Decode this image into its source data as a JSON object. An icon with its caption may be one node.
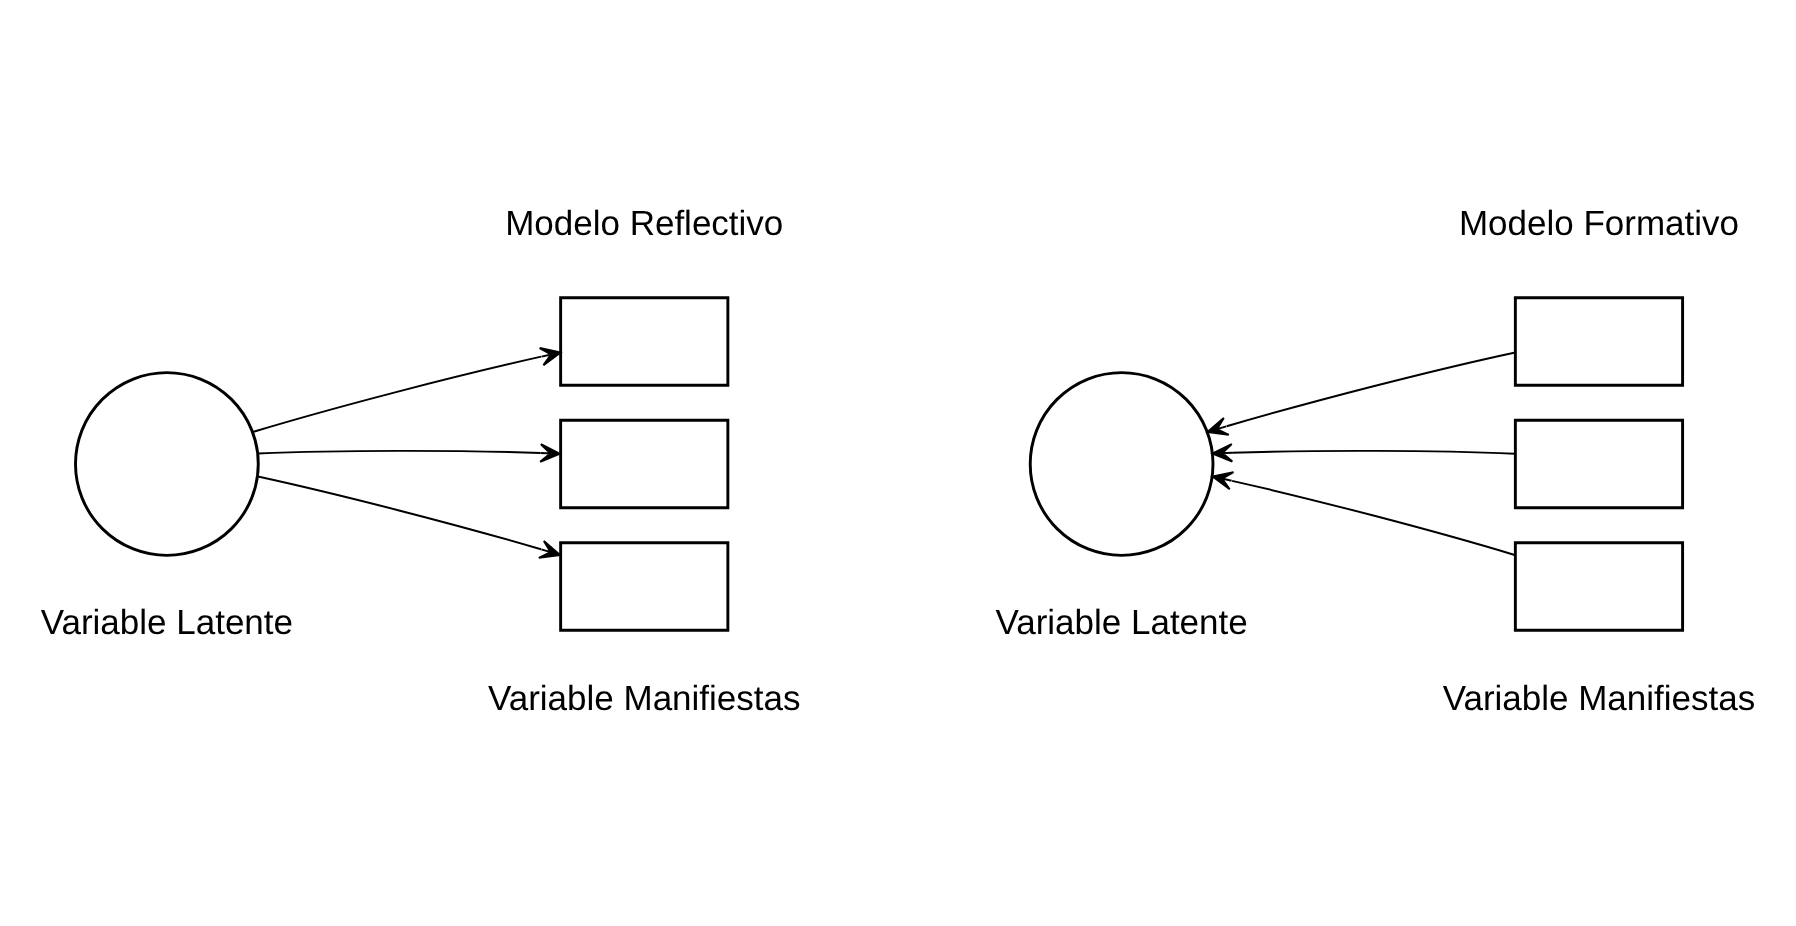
{
  "diagram": {
    "nodes": [
      {
        "text": [],
        "shape": "circle",
        "beside": [
          "Variable Latente"
        ]
      },
      {
        "text": [],
        "shape": "box"
      },
      {
        "text": [],
        "shape": "box"
      },
      {
        "text": [],
        "shape": "box"
      },
      {
        "text": [],
        "shape": "circle",
        "beside": [
          "Variable Latente"
        ]
      },
      {
        "text": [],
        "shape": "box"
      },
      {
        "text": [],
        "shape": "box"
      },
      {
        "text": [],
        "shape": "box"
      }
    ],
    "edges": [
      {
        "from": 0,
        "to": 1,
        "arrow": "to"
      },
      {
        "from": 0,
        "to": 2,
        "arrow": "to"
      },
      {
        "from": 0,
        "to": 3,
        "arrow": "to"
      },
      {
        "from": 5,
        "to": 4,
        "arrow": "to"
      },
      {
        "from": 6,
        "to": 4,
        "arrow": "to"
      },
      {
        "from": 7,
        "to": 4,
        "arrow": "to"
      }
    ],
    "labels": [
      "Modelo Reflectivo",
      "Modelo Formativo",
      "Variable Manifiestas",
      "Variable Manifiestas"
    ]
  }
}
